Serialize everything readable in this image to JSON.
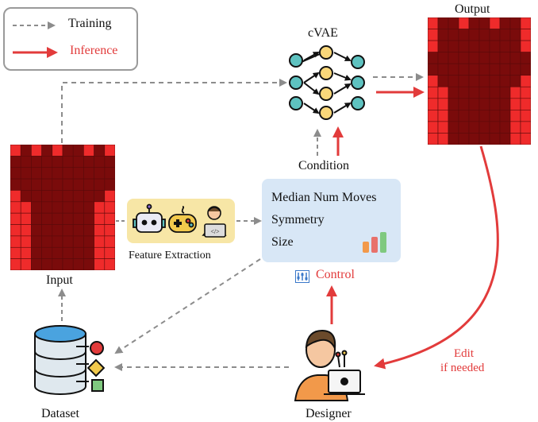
{
  "legend": {
    "training_label": "Training",
    "inference_label": "Inference"
  },
  "labels": {
    "cvae": "cVAE",
    "output": "Output",
    "input": "Input",
    "condition": "Condition",
    "feature_extraction": "Feature Extraction",
    "control": "Control",
    "dataset": "Dataset",
    "designer": "Designer",
    "edit_line1": "Edit",
    "edit_line2": "if needed"
  },
  "conditions": [
    "Median Num Moves",
    "Symmetry",
    "Size"
  ],
  "colors": {
    "training_arrow": "#8c8c8c",
    "inference_arrow": "#e23b3b",
    "grid_dark": "#7a0b0b",
    "grid_red": "#ef2b2b",
    "neuron_teal": "#5ec2c0",
    "neuron_yellow": "#f9d77a",
    "condition_box": "#d8e7f6",
    "feature_box": "#f7e6a6"
  },
  "icons": [
    "robot-icon",
    "gamepad-icon",
    "developer-icon",
    "bar-chart-icon",
    "sliders-icon",
    "database-icon",
    "designer-icon"
  ]
}
